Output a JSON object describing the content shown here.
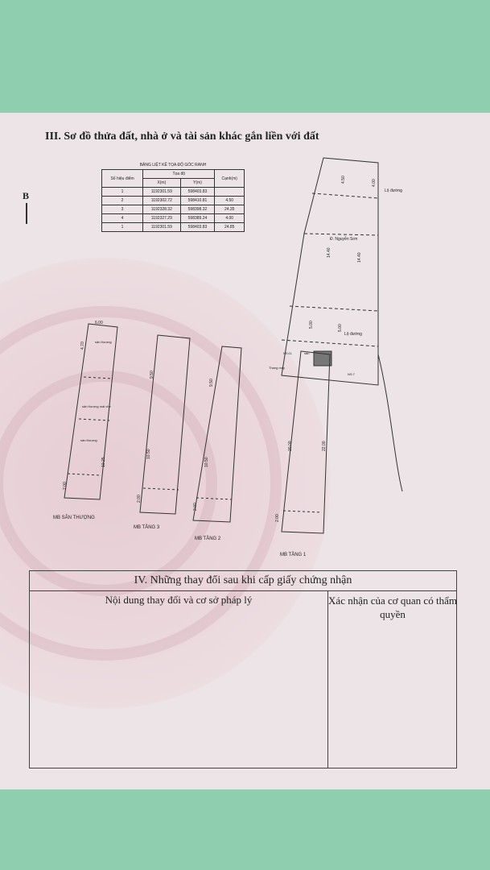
{
  "section3": {
    "title": "III. Sơ đồ thửa đất, nhà ở và tài sản khác gắn liền với đất",
    "side_mark": "B"
  },
  "coord_table": {
    "caption": "BẢNG LIỆT KÊ TỌA ĐỘ GÓC RANH",
    "header_point": "Số hiệu điểm",
    "header_system": "Tọa độ",
    "header_x": "X(m)",
    "header_y": "Y(m)",
    "header_edge": "Cạnh(m)",
    "rows": [
      {
        "pt": "1",
        "x": "1192301.59",
        "y": "598403.83",
        "edge": ""
      },
      {
        "pt": "2",
        "x": "1192302.72",
        "y": "598410.81",
        "edge": "4.50"
      },
      {
        "pt": "3",
        "x": "1192328.32",
        "y": "598398.32",
        "edge": "24.35"
      },
      {
        "pt": "4",
        "x": "1192327.29",
        "y": "598389.24",
        "edge": "4.00"
      },
      {
        "pt": "1",
        "x": "1192301.59",
        "y": "598403.83",
        "edge": "24.85"
      }
    ]
  },
  "plan": {
    "lo_duong_top": "Lộ đường",
    "street": "Đ. Nguyễn Sơn",
    "lo_duong_bottom": "Lộ đường",
    "dim_450": "4.50",
    "dim_400": "4.00",
    "dim_1440": "14.40",
    "dim_500": "5.00",
    "dim_2000": "20.00",
    "dim_2200": "22.00",
    "ns_label": "NS:11",
    "note_label": "Thang máy",
    "ns7_label": "NS:7",
    "floor1": "MB TẦNG 1",
    "floor2": "MB TẦNG 2",
    "floor3": "MB TẦNG 3",
    "rooftop": "MB SÂN THƯỢNG",
    "roof_label_1": "sân thượng",
    "roof_label_2": "sân thượng mái che",
    "roof_label_3": "sân thượng",
    "san_label": "sân",
    "dim_200": "2.00",
    "dim_1025": "10.25",
    "dim_1050": "10.50",
    "dim_950": "9.50",
    "dim_600": "6.00",
    "dim_470": "4.70"
  },
  "section4": {
    "title": "IV. Những thay đổi sau khi cấp giấy chứng nhận",
    "col1_header": "Nội dung thay đổi và cơ sở pháp lý",
    "col2_header": "Xác nhận của cơ quan có thẩm quyền"
  },
  "colors": {
    "background": "#8fcfb0",
    "paper": "#ece4e7",
    "ink": "#222222"
  }
}
